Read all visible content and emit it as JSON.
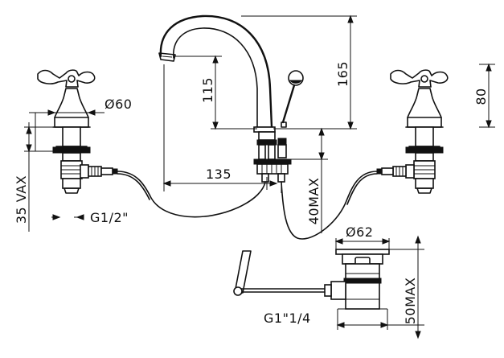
{
  "dimensions": {
    "spout_height": "165",
    "spout_to_base": "115",
    "spout_reach": "135",
    "handle_height": "80",
    "handle_diameter": "Ø60",
    "valve_length": "35 VAX",
    "valve_thread": "G1/2\"",
    "hose_length": "40MAX",
    "waste_diameter": "Ø62",
    "waste_thread": "G1\"1/4",
    "waste_height": "50MAX"
  }
}
